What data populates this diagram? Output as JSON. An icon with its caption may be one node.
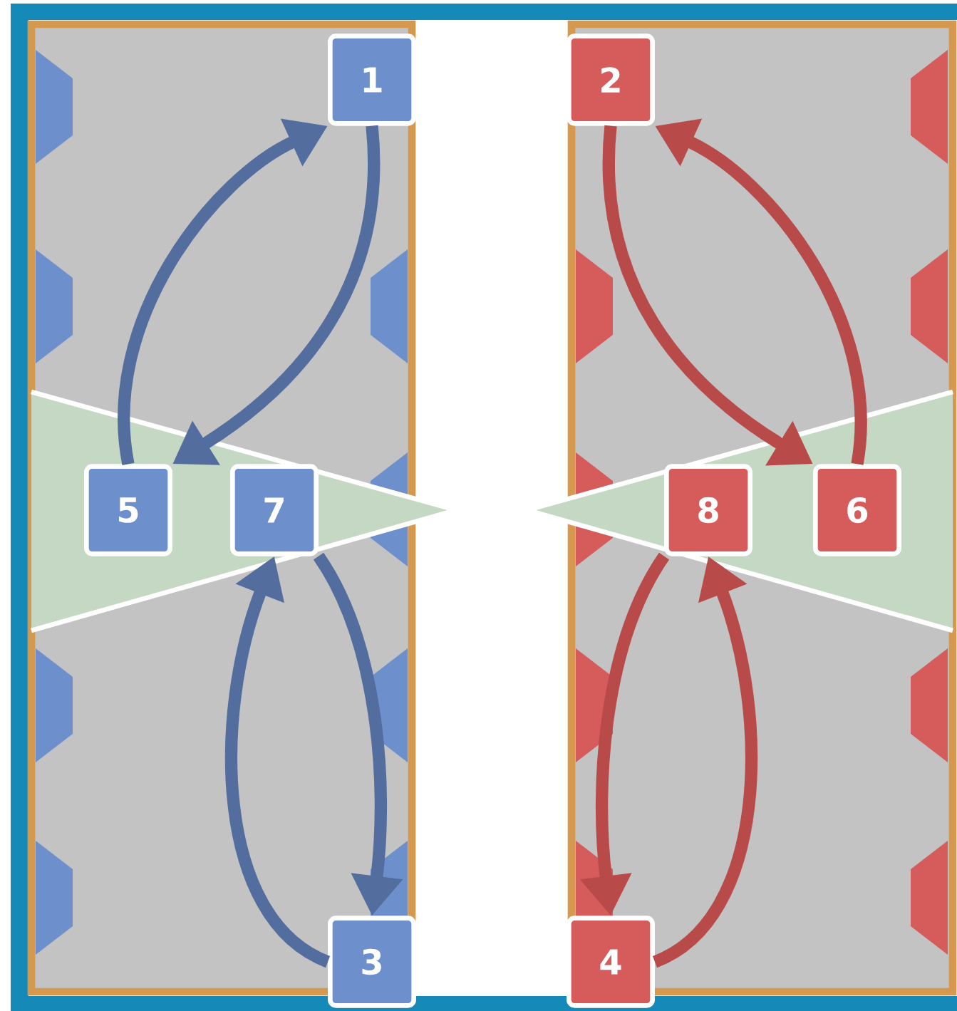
{
  "diagram": {
    "nodes": [
      {
        "text": [
          "1"
        ]
      },
      {
        "text": [
          "2"
        ]
      },
      {
        "text": [
          "3"
        ]
      },
      {
        "text": [
          "4"
        ]
      },
      {
        "text": [
          "5"
        ]
      },
      {
        "text": [
          "6"
        ]
      },
      {
        "text": [
          "7"
        ]
      },
      {
        "text": [
          "8"
        ]
      }
    ],
    "edges": [
      {
        "from": 4,
        "to": 0,
        "arrow": "to",
        "color": "#536d9e"
      },
      {
        "from": 0,
        "to": 4,
        "arrow": "to",
        "color": "#536d9e"
      },
      {
        "from": 6,
        "to": 2,
        "arrow": "to",
        "color": "#536d9e"
      },
      {
        "from": 2,
        "to": 6,
        "arrow": "to",
        "color": "#536d9e"
      },
      {
        "from": 5,
        "to": 1,
        "arrow": "to",
        "color": "#b94a4a"
      },
      {
        "from": 1,
        "to": 5,
        "arrow": "to",
        "color": "#b94a4a"
      },
      {
        "from": 7,
        "to": 3,
        "arrow": "to",
        "color": "#b94a4a"
      },
      {
        "from": 3,
        "to": 7,
        "arrow": "to",
        "color": "#b94a4a"
      }
    ]
  }
}
